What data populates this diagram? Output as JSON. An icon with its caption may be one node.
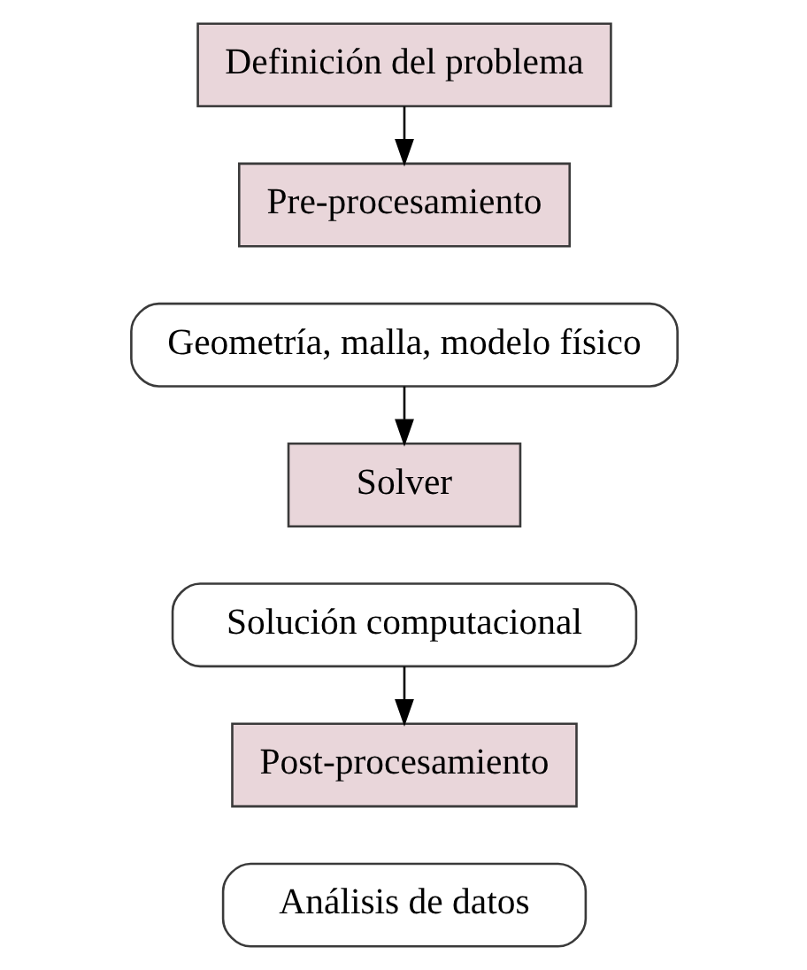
{
  "diagram": {
    "nodes": [
      {
        "text": [
          "Definición del problema"
        ]
      },
      {
        "text": [
          "Pre-procesamiento"
        ]
      },
      {
        "text": [
          "Geometría, malla, modelo físico"
        ]
      },
      {
        "text": [
          "Solver"
        ]
      },
      {
        "text": [
          "Solución computacional"
        ]
      },
      {
        "text": [
          "Post-procesamiento"
        ]
      },
      {
        "text": [
          "Análisis de datos"
        ]
      }
    ],
    "edges": [
      {
        "from": 0,
        "to": 1,
        "arrow": "to"
      },
      {
        "from": 2,
        "to": 3,
        "arrow": "to"
      },
      {
        "from": 4,
        "to": 5,
        "arrow": "to"
      }
    ]
  }
}
